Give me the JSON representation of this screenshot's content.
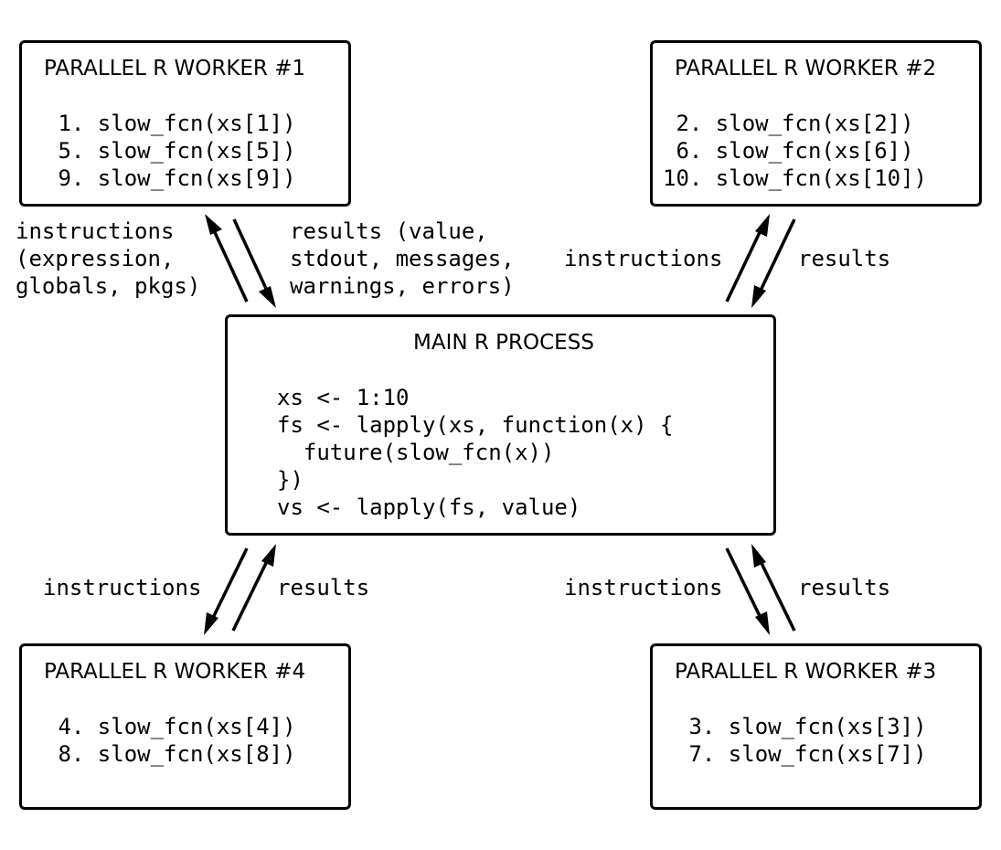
{
  "main": {
    "title": "MAIN R PROCESS",
    "code": [
      "xs <- 1:10",
      "fs <- lapply(xs, function(x) {",
      "  future(slow_fcn(x))",
      "})",
      "vs <- lapply(fs, value)"
    ]
  },
  "workers": [
    {
      "title": "PARALLEL R WORKER #1",
      "tasks": [
        " 1. slow_fcn(xs[1])",
        " 5. slow_fcn(xs[5])",
        " 9. slow_fcn(xs[9])"
      ]
    },
    {
      "title": "PARALLEL R WORKER #2",
      "tasks": [
        " 2. slow_fcn(xs[2])",
        " 6. slow_fcn(xs[6])",
        "10. slow_fcn(xs[10])"
      ]
    },
    {
      "title": "PARALLEL R WORKER #3",
      "tasks": [
        " 3. slow_fcn(xs[3])",
        " 7. slow_fcn(xs[7])"
      ]
    },
    {
      "title": "PARALLEL R WORKER #4",
      "tasks": [
        " 4. slow_fcn(xs[4])",
        " 8. slow_fcn(xs[8])"
      ]
    }
  ],
  "labels": {
    "w1_instructions": [
      "instructions",
      "(expression,",
      "globals, pkgs)"
    ],
    "w1_results": [
      "results (value,",
      "stdout, messages,",
      "warnings, errors)"
    ],
    "w2_instructions": "instructions",
    "w2_results": "results",
    "w3_instructions": "instructions",
    "w3_results": "results",
    "w4_instructions": "instructions",
    "w4_results": "results"
  }
}
